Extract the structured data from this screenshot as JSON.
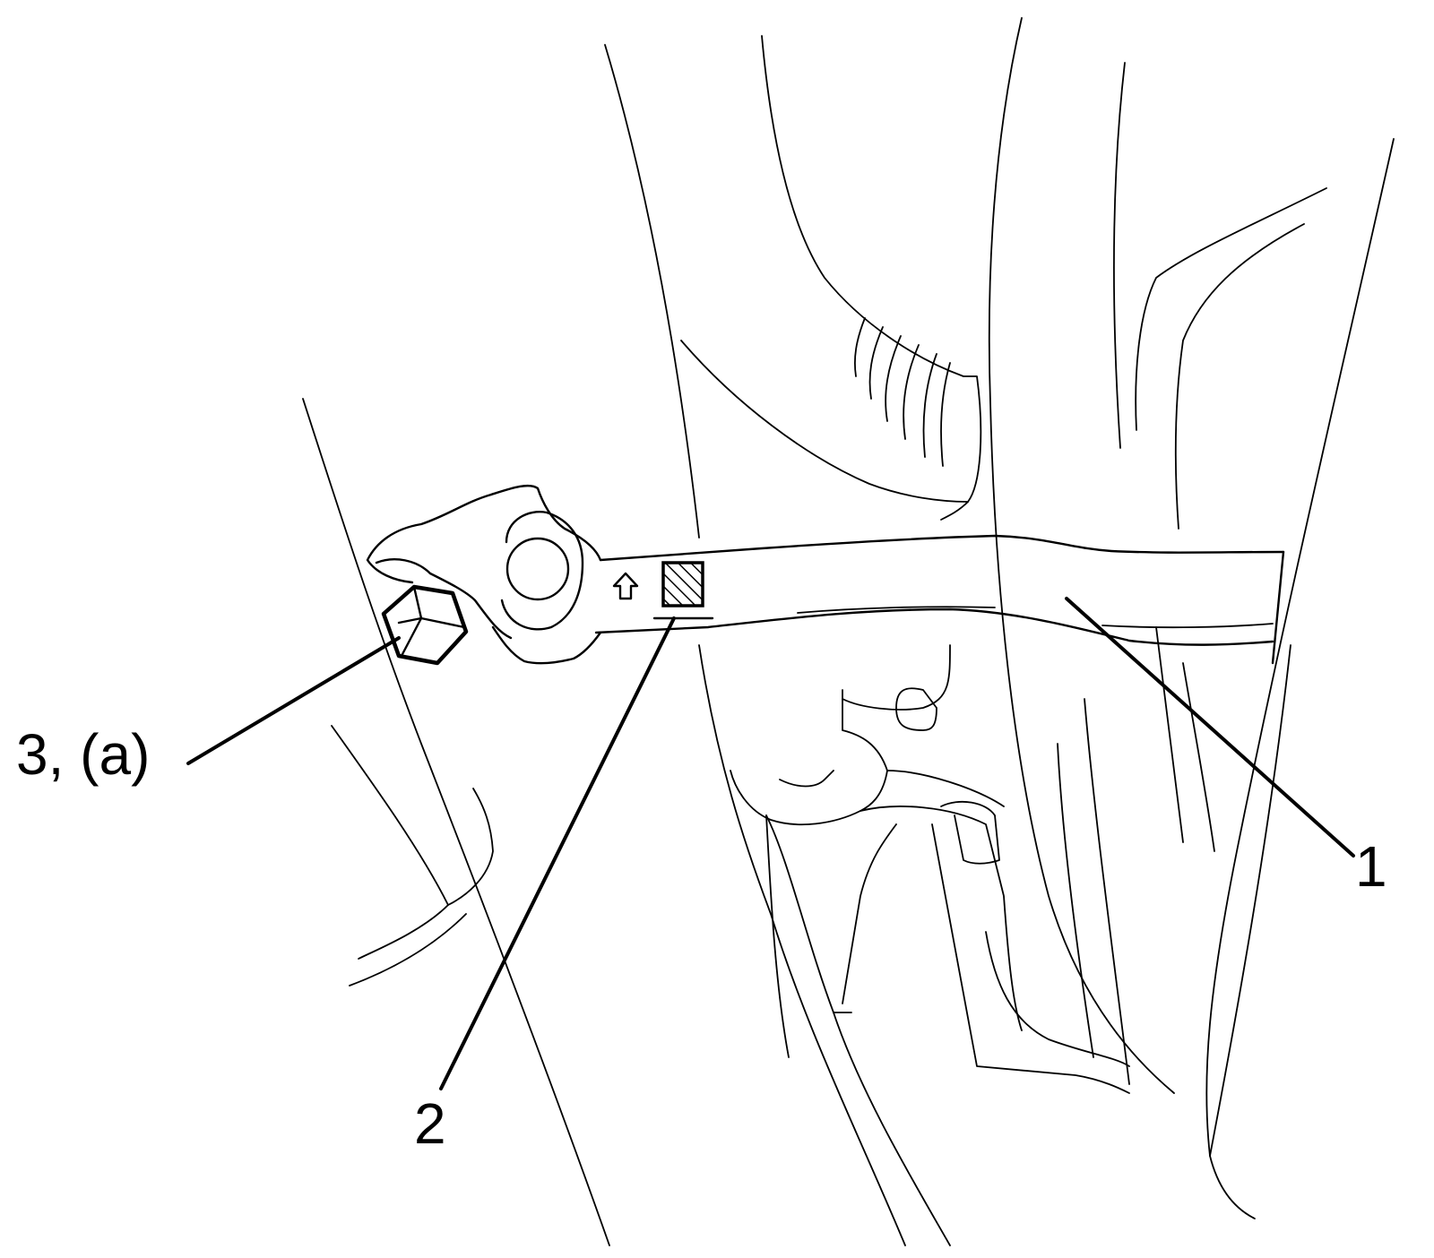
{
  "callouts": {
    "part_1": "1",
    "part_2": "2",
    "part_3": "3, (a)"
  },
  "colors": {
    "line": "#000000",
    "background": "#ffffff"
  },
  "icons": {
    "direction_arrow": "up-arrow-icon",
    "mark_box": "hatched-square-icon"
  }
}
